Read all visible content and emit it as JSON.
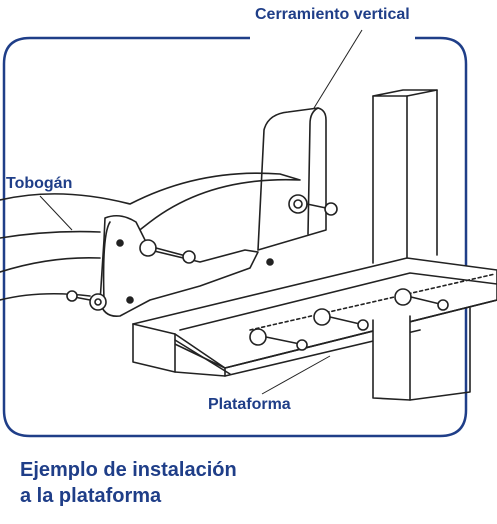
{
  "labels": {
    "vertical_enclosure": "Cerramiento vertical",
    "slide": "Tobogán",
    "platform": "Plataforma"
  },
  "caption": {
    "line1": "Ejemplo de instalación",
    "line2": "a la plataforma"
  },
  "colors": {
    "text": "#1f3e88",
    "frame": "#1f3e88",
    "drawing": "#222222"
  }
}
